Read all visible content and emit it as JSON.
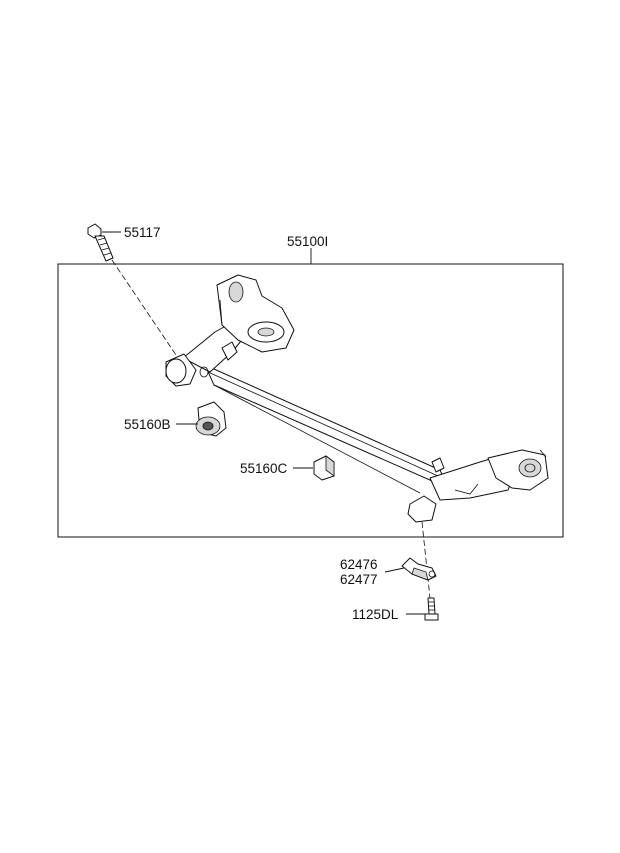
{
  "labels": {
    "assembly": "55100I",
    "bolt": "55117",
    "bushing_b": "55160B",
    "bushing_c": "55160C",
    "bracket_1": "62476",
    "bracket_2": "62477",
    "bolt_bottom": "1125DL"
  }
}
